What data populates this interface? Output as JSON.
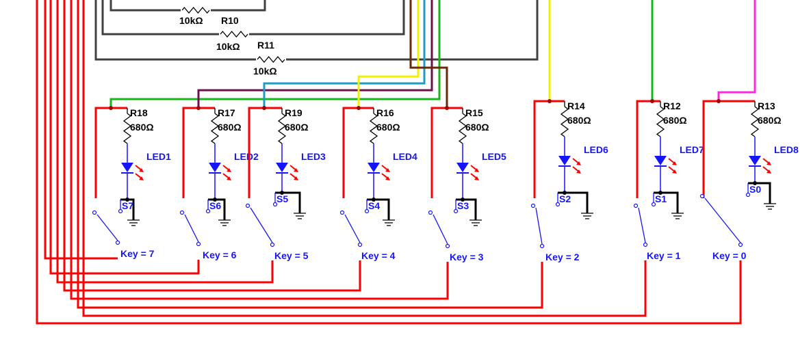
{
  "colors": {
    "wire_red": "#ff0000",
    "wire_gray": "#404040",
    "wire_green": "#19b419",
    "wire_purple": "#6e1050",
    "wire_cyan": "#1e9cc0",
    "wire_yellow": "#f0f000",
    "wire_brown": "#6a2808",
    "wire_magenta": "#ff28dc",
    "component_blue": "#1414ff",
    "component_black": "#000000"
  },
  "top_resistors": [
    {
      "name": "",
      "value": "10kΩ"
    },
    {
      "name": "R10",
      "value": "10kΩ"
    },
    {
      "name": "R11",
      "value": "10kΩ"
    }
  ],
  "channels": [
    {
      "resistor": "R18",
      "value": "680Ω",
      "led": "LED1",
      "switch": "S7",
      "key": "Key = 7",
      "drive_wire": "wire_green"
    },
    {
      "resistor": "R17",
      "value": "680Ω",
      "led": "LED2",
      "switch": "S6",
      "key": "Key = 6",
      "drive_wire": "wire_purple"
    },
    {
      "resistor": "R19",
      "value": "680Ω",
      "led": "LED3",
      "switch": "S5",
      "key": "Key = 5",
      "drive_wire": "wire_cyan"
    },
    {
      "resistor": "R16",
      "value": "680Ω",
      "led": "LED4",
      "switch": "S4",
      "key": "Key = 4",
      "drive_wire": "wire_yellow"
    },
    {
      "resistor": "R15",
      "value": "680Ω",
      "led": "LED5",
      "switch": "S3",
      "key": "Key = 3",
      "drive_wire": "wire_brown"
    },
    {
      "resistor": "R14",
      "value": "680Ω",
      "led": "LED6",
      "switch": "S2",
      "key": "Key = 2",
      "drive_wire": "wire_yellow"
    },
    {
      "resistor": "R12",
      "value": "680Ω",
      "led": "LED7",
      "switch": "S1",
      "key": "Key = 1",
      "drive_wire": "wire_green"
    },
    {
      "resistor": "R13",
      "value": "680Ω",
      "led": "LED8",
      "switch": "S0",
      "key": "Key = 0",
      "drive_wire": "wire_magenta"
    }
  ]
}
